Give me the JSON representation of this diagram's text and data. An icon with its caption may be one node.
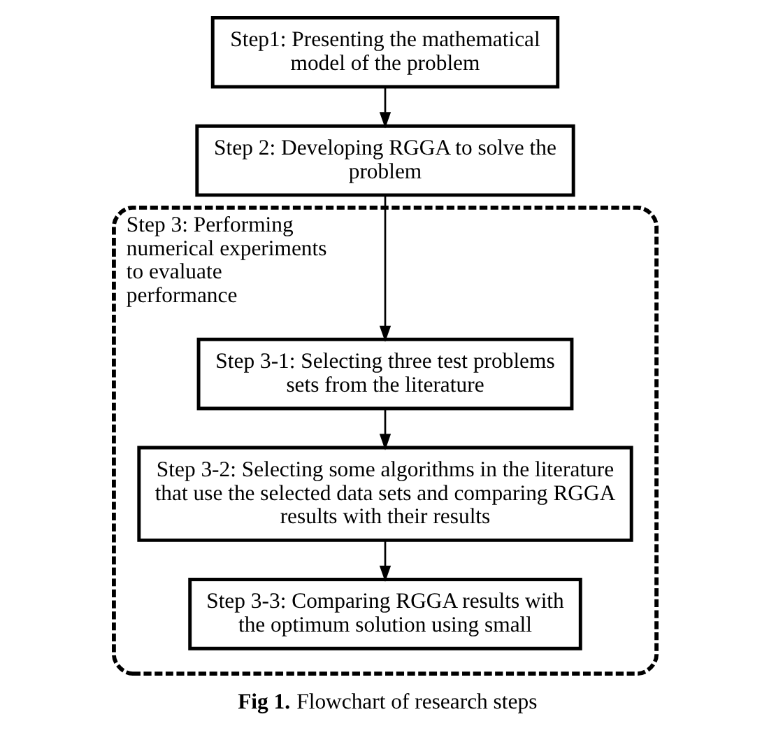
{
  "diagram": {
    "caption": "**Fig 1.** Flowchart of research steps",
    "nodes": [
      {
        "text": [
          "Step1: Presenting the mathematical model of the problem"
        ]
      },
      {
        "text": [
          "Step 2: Developing RGGA to solve the problem"
        ]
      },
      {
        "text": [
          "Step 3: Performing numerical experiments to evaluate performance"
        ]
      },
      {
        "text": [
          "Step 3-1: Selecting three test problems sets from the literature"
        ],
        "in": 2
      },
      {
        "text": [
          "Step 3-2: Selecting some algorithms in the literature that use the selected data sets and comparing RGGA results with their results"
        ],
        "in": 2
      },
      {
        "text": [
          "Step 3-3: Comparing RGGA results with the optimum solution using small"
        ],
        "in": 2
      }
    ],
    "edges": [
      {
        "from": 0,
        "to": 1,
        "arrow": "to"
      },
      {
        "from": 1,
        "to": 3,
        "arrow": "to"
      },
      {
        "from": 3,
        "to": 4,
        "arrow": "to"
      },
      {
        "from": 4,
        "to": 5,
        "arrow": "to"
      }
    ]
  }
}
